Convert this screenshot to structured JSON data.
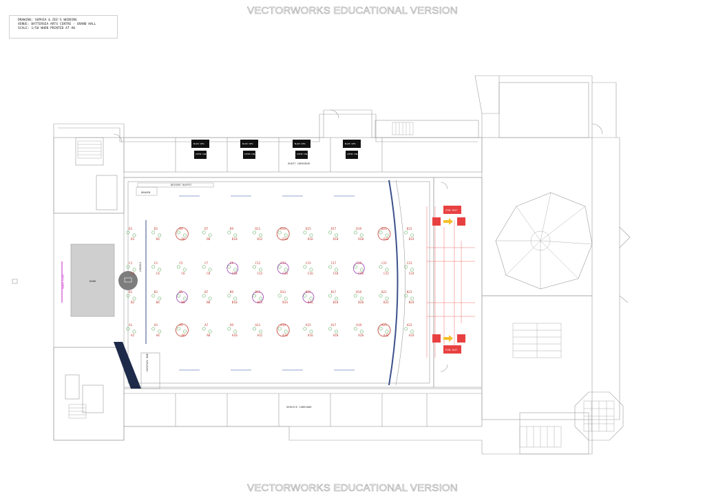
{
  "watermark": {
    "top": "VECTORWORKS EDUCATIONAL VERSION",
    "bottom": "VECTORWORKS EDUCATIONAL VERSION"
  },
  "title_block": {
    "drawing": "DRAWING: SOPHIA & ZEE'S WEDDING",
    "venue": "VENUE: BATTERSEA ARTS CENTRE - GRAND HALL",
    "scale": "SCALE: 1/50 WHEN PRINTED AT A0"
  },
  "labels": {
    "guest_corridor": "GUEST CORRIDOR",
    "service_corridor": "SERVICE CORRIDOR",
    "dessert_buffet": "DESSERT BUFFET",
    "kraken": "KRAKEN",
    "band": "BAND",
    "dance_floor": "DANCE FLOOR",
    "cocktail_bar": "COCKTAIL BAR",
    "console": "CONSOLE",
    "fire_exit_top": "FIRE EXIT",
    "fire_exit_bottom": "FIRE EXIT",
    "fire_exit_small": "FIRE EXIT",
    "black_sofa": "BLACK SOFA",
    "coffee_table": "COFFEE TABLE"
  },
  "colors": {
    "plan_line": "#9a9a9a",
    "seat_label": "#c0392b",
    "seat_marker": "#3a9a3a",
    "highlight_ring": "#c0392b",
    "purple_ring": "#9b3fb5",
    "fire_exit": "#e84040",
    "arrow": "#f5c02a",
    "dark_wall": "#1e2a4a",
    "stage_fill": "#cfcfcf",
    "curve_blue": "#3a4f8a"
  },
  "seat_rows": [
    {
      "row": "D",
      "top": [
        "D1",
        "D3",
        "D5",
        "D7",
        "D9",
        "D11",
        "D13",
        "D15",
        "D17",
        "D19",
        "D21",
        "D23"
      ],
      "bottom": [
        "D2",
        "D4",
        "D6",
        "D8",
        "D10",
        "D12",
        "D14",
        "D16",
        "D18",
        "D20",
        "D22",
        "D24"
      ]
    },
    {
      "row": "C",
      "top": [
        "C1",
        "C3",
        "C5",
        "C7",
        "C9",
        "C11",
        "C13",
        "C15",
        "C17",
        "C19",
        "C21",
        "C23"
      ],
      "bottom": [
        "C2",
        "C4",
        "C6",
        "C8",
        "C10",
        "C12",
        "C14",
        "C16",
        "C18",
        "C20",
        "C22",
        "C24"
      ]
    },
    {
      "row": "B",
      "top": [
        "B1",
        "B3",
        "B5",
        "B7",
        "B9",
        "B11",
        "B13",
        "B15",
        "B17",
        "B19",
        "B21",
        "B23"
      ],
      "bottom": [
        "B2",
        "B4",
        "B6",
        "B8",
        "B10",
        "B12",
        "B14",
        "B16",
        "B18",
        "B20",
        "B22",
        "B24"
      ]
    },
    {
      "row": "A",
      "top": [
        "A1",
        "A3",
        "A5",
        "A7",
        "A9",
        "A11",
        "A13",
        "A15",
        "A17",
        "A19",
        "A21",
        "A23"
      ],
      "bottom": [
        "A2",
        "A4",
        "A6",
        "A8",
        "A10",
        "A12",
        "A14",
        "A16",
        "A18",
        "A20",
        "A22",
        "A24"
      ]
    }
  ],
  "red_rings": [
    "D5",
    "D13",
    "D21",
    "A5",
    "A13",
    "A21"
  ],
  "purple_rings": [
    "C9",
    "C13",
    "C19",
    "B5",
    "B11",
    "B15"
  ]
}
